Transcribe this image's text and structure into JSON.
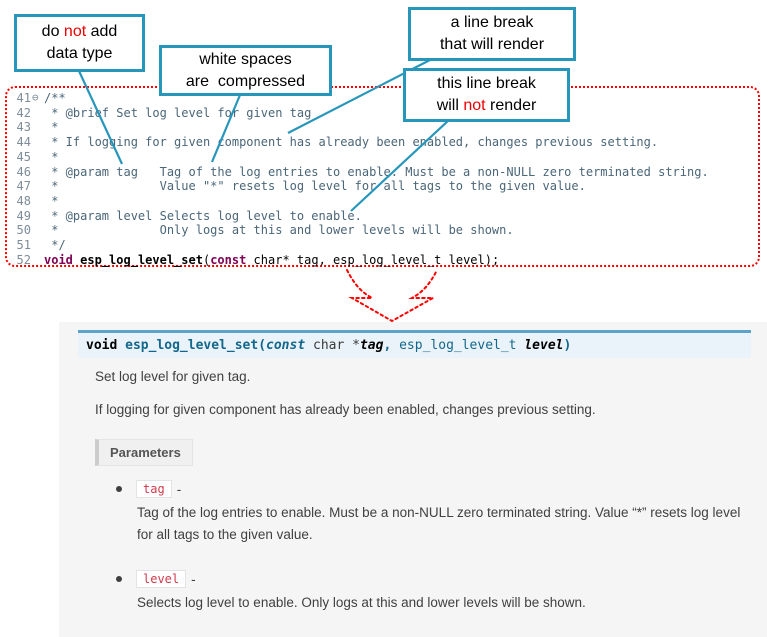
{
  "callouts": {
    "box1": {
      "line1": [
        "do ",
        "not",
        " add"
      ],
      "line2": "data type"
    },
    "box2": {
      "line1": "white spaces",
      "line2": "are  compressed"
    },
    "box3": {
      "line1": "a line break",
      "line2": "that will render"
    },
    "box4": {
      "line1": "this line break",
      "line2": [
        "will ",
        "not",
        " render"
      ]
    }
  },
  "code": {
    "lines": [
      {
        "num": "41",
        "fold": "⊖",
        "text": "/**"
      },
      {
        "num": "42",
        "text": " * @brief Set log level for given tag"
      },
      {
        "num": "43",
        "text": " *"
      },
      {
        "num": "44",
        "text": " * If logging for given component has already been enabled, changes previous setting."
      },
      {
        "num": "45",
        "text": " *"
      },
      {
        "num": "46",
        "text": " * @param tag   Tag of the log entries to enable. Must be a non-NULL zero terminated string."
      },
      {
        "num": "47",
        "text": " *              Value \"*\" resets log level for all tags to the given value."
      },
      {
        "num": "48",
        "text": " *"
      },
      {
        "num": "49",
        "text": " * @param level Selects log level to enable."
      },
      {
        "num": "50",
        "text": " *              Only logs at this and lower levels will be shown."
      },
      {
        "num": "51",
        "text": " */"
      }
    ],
    "declaration": {
      "num": "52",
      "kw1": "void",
      "sp1": " ",
      "name": "esp_log_level_set",
      "open": "(",
      "kw2": "const",
      "rest": " char* tag, esp_log_level_t level);"
    }
  },
  "docs": {
    "signature": [
      {
        "text": "void "
      },
      {
        "text": "esp_log_level_set"
      },
      {
        "text": "("
      },
      {
        "text": "const"
      },
      {
        "text": " char *"
      },
      {
        "text": "tag"
      },
      {
        "text": ", "
      },
      {
        "text": "esp_log_level_t "
      },
      {
        "text": "level"
      },
      {
        "text": ")"
      }
    ],
    "brief": "Set log level for given tag.",
    "description": "If logging for given component has already been enabled, changes previous setting.",
    "parameters_label": "Parameters",
    "params": [
      {
        "name": "tag",
        "dash": "-",
        "desc": "Tag of the log entries to enable. Must be a non-NULL zero terminated string. Value “*” resets log level for all tags to the given value."
      },
      {
        "name": "level",
        "dash": "-",
        "desc": "Selects log level to enable. Only logs at this and lower levels will be shown."
      }
    ]
  },
  "colors": {
    "callout_border": "#2796bb",
    "connector_line": "#2796bb",
    "code_dotted_border": "#ff0000",
    "arrow_dotted": "#ff0000",
    "not_text_red": "#ed0000",
    "comment_text": "#4a6678",
    "keyword_purple": "#7f0055",
    "signature_top_border": "#5ba3c9",
    "signature_background": "#e9f3f9",
    "param_chip_red": "#cf3a4a"
  }
}
